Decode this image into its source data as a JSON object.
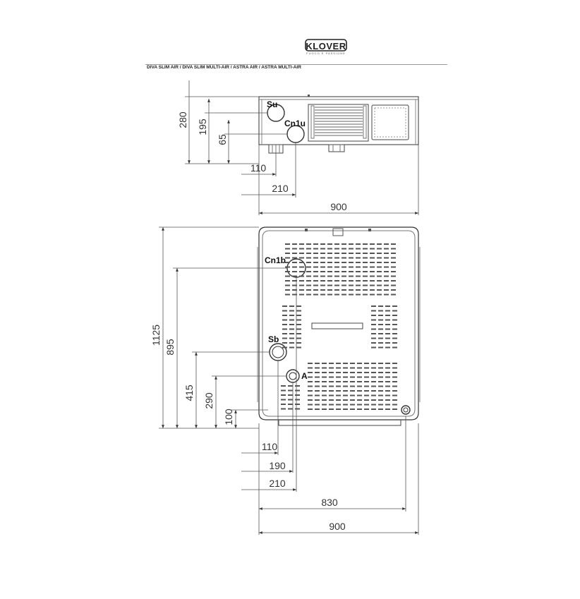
{
  "header": {
    "logo_text": "KLOVER",
    "logo_tagline": "FUOCO E PASSIONE",
    "models": "DIVA SLIM  AIR / DIVA SLIM MULTI-AIR / ASTRA AIR / ASTRA MULTI-AIR"
  },
  "top_view": {
    "labels": {
      "su": "Su",
      "cn1u": "Cn1u"
    },
    "dims": {
      "h280": "280",
      "h195": "195",
      "h65": "65",
      "w110": "110",
      "w210": "210",
      "w900": "900"
    }
  },
  "rear_view": {
    "labels": {
      "cn1b": "Cn1b",
      "sb": "Sb",
      "a": "A"
    },
    "dims": {
      "h1125": "1125",
      "h895": "895",
      "h415": "415",
      "h290": "290",
      "h100": "100",
      "w110": "110",
      "w190": "190",
      "w210": "210",
      "w830": "830",
      "w900": "900"
    }
  }
}
